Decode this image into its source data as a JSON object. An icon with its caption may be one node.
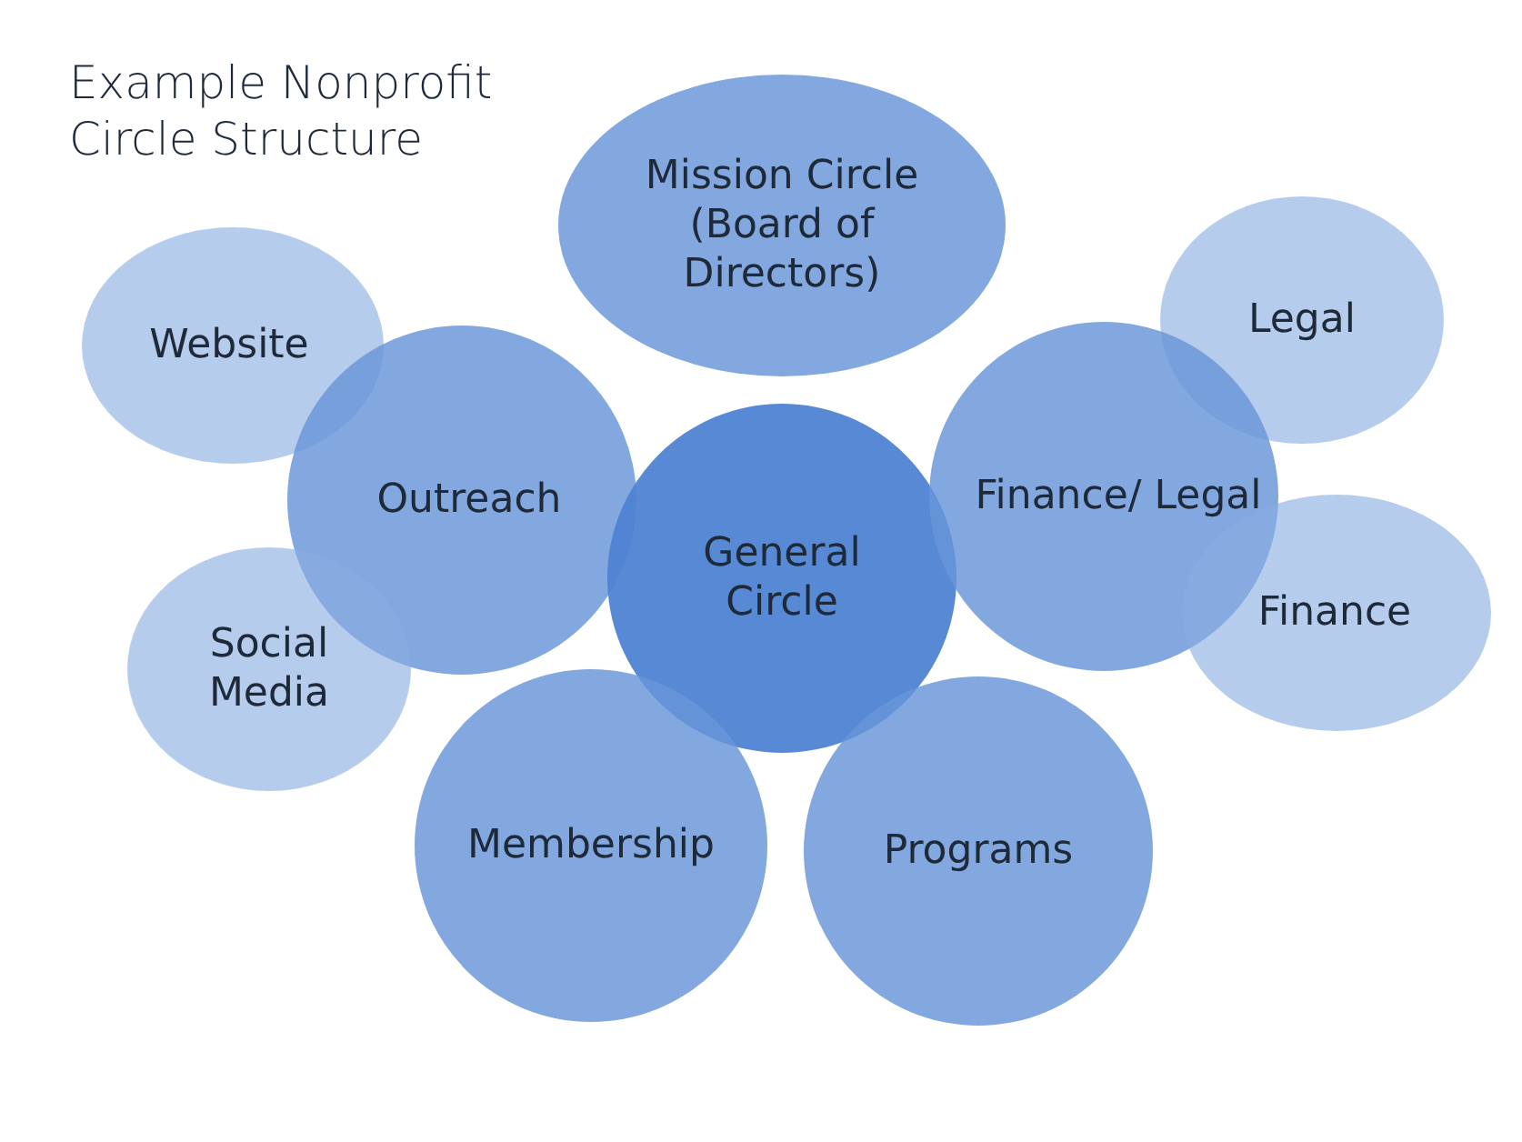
{
  "diagram": {
    "title": "Example Nonprofit Circle Structure",
    "nodes": [
      {
        "text": [
          "Mission Circle (Board of Directors)"
        ]
      },
      {
        "text": [
          "Website"
        ]
      },
      {
        "text": [
          "Legal"
        ]
      },
      {
        "text": [
          "Outreach"
        ]
      },
      {
        "text": [
          "General Circle"
        ]
      },
      {
        "text": [
          "Finance/ Legal"
        ]
      },
      {
        "text": [
          "Finance"
        ]
      },
      {
        "text": [
          "Social Media"
        ]
      },
      {
        "text": [
          "Membership"
        ]
      },
      {
        "text": [
          "Programs"
        ]
      }
    ]
  }
}
